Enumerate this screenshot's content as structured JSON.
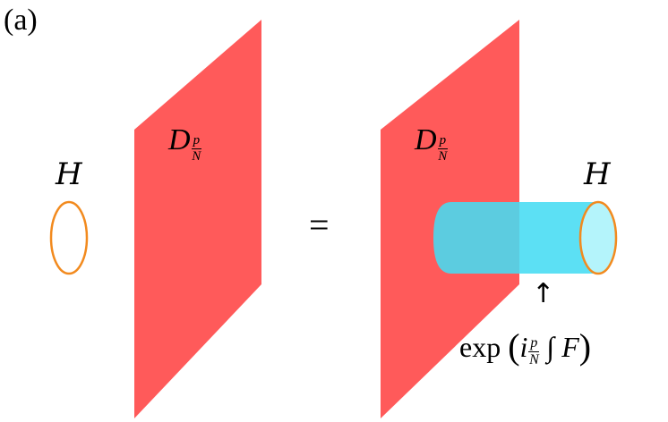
{
  "panel_label": "(a)",
  "left": {
    "line_label": "H",
    "defect_symbol": "D",
    "defect_num": "p",
    "defect_den": "N"
  },
  "equals": "=",
  "right": {
    "line_label": "H",
    "defect_symbol": "D",
    "defect_num": "p",
    "defect_den": "N",
    "arrow": "↑",
    "formula": {
      "exp": "exp",
      "open": "(",
      "i": "i",
      "num": "p",
      "den": "N",
      "integral": "∫",
      "F": "F",
      "close": ")"
    }
  },
  "colors": {
    "defect_plane": "#ff5a5a",
    "tube": "#46dcf2",
    "wilson_line": "#f28a1e"
  }
}
